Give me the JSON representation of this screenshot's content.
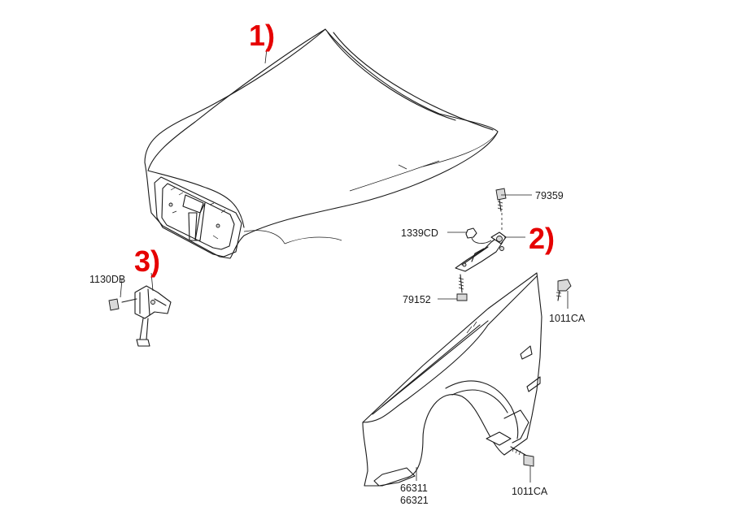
{
  "callouts": {
    "hood": "1)",
    "hinge": "2)",
    "latch": "3)"
  },
  "part_numbers": {
    "hinge_bolt": "79359",
    "hinge_nut": "1339CD",
    "hinge_lower_bolt": "79152",
    "fender_bolt_top": "1011CA",
    "fender_bolt_bottom": "1011CA",
    "fender_left": "66311",
    "fender_right": "66321",
    "latch_bolt": "1130DB"
  },
  "colors": {
    "callout": "#e60000",
    "line": "#1a1a1a",
    "background": "#ffffff"
  }
}
